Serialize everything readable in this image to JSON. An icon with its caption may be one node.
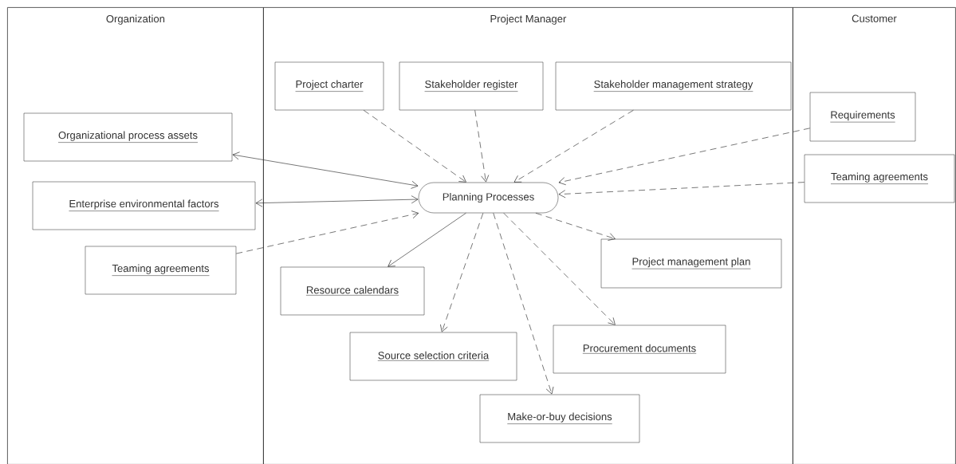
{
  "diagram": {
    "nodes": [
      {
        "text": [
          "Organization"
        ]
      },
      {
        "text": [
          "Project Manager"
        ]
      },
      {
        "text": [
          "Customer"
        ]
      },
      {
        "text": [
          "Organizational process assets"
        ],
        "in": 0
      },
      {
        "text": [
          "Enterprise environmental factors"
        ],
        "in": 0
      },
      {
        "text": [
          "Teaming agreements"
        ],
        "in": 0
      },
      {
        "text": [
          "Project charter"
        ],
        "in": 1
      },
      {
        "text": [
          "Stakeholder register"
        ],
        "in": 1
      },
      {
        "text": [
          "Stakeholder management strategy"
        ],
        "in": 1
      },
      {
        "text": [
          "Planning Processes"
        ],
        "in": 1
      },
      {
        "text": [
          "Requirements"
        ],
        "in": 2
      },
      {
        "text": [
          "Teaming agreements"
        ],
        "in": 2
      },
      {
        "text": [
          "Project management plan"
        ],
        "in": 1
      },
      {
        "text": [
          "Resource calendars"
        ],
        "in": 1
      },
      {
        "text": [
          "Source selection criteria"
        ],
        "in": 1
      },
      {
        "text": [
          "Procurement documents"
        ],
        "in": 1
      },
      {
        "text": [
          "Make-or-buy decisions"
        ],
        "in": 1
      }
    ],
    "edges": [
      {
        "from": 3,
        "to": 9,
        "arrow": "both"
      },
      {
        "from": 4,
        "to": 9,
        "arrow": "both"
      },
      {
        "from": 5,
        "to": 9,
        "arrow": "to",
        "style": "dashed"
      },
      {
        "from": 6,
        "to": 9,
        "arrow": "to",
        "style": "dashed"
      },
      {
        "from": 7,
        "to": 9,
        "arrow": "to",
        "style": "dashed"
      },
      {
        "from": 8,
        "to": 9,
        "arrow": "to",
        "style": "dashed"
      },
      {
        "from": 10,
        "to": 9,
        "arrow": "to",
        "style": "dashed"
      },
      {
        "from": 11,
        "to": 9,
        "arrow": "to",
        "style": "dashed"
      },
      {
        "from": 9,
        "to": 12,
        "arrow": "to",
        "style": "dashed"
      },
      {
        "from": 9,
        "to": 13,
        "arrow": "to"
      },
      {
        "from": 9,
        "to": 14,
        "arrow": "to",
        "style": "dashed"
      },
      {
        "from": 9,
        "to": 15,
        "arrow": "to",
        "style": "dashed"
      },
      {
        "from": 9,
        "to": 16,
        "arrow": "to",
        "style": "dashed"
      }
    ]
  }
}
